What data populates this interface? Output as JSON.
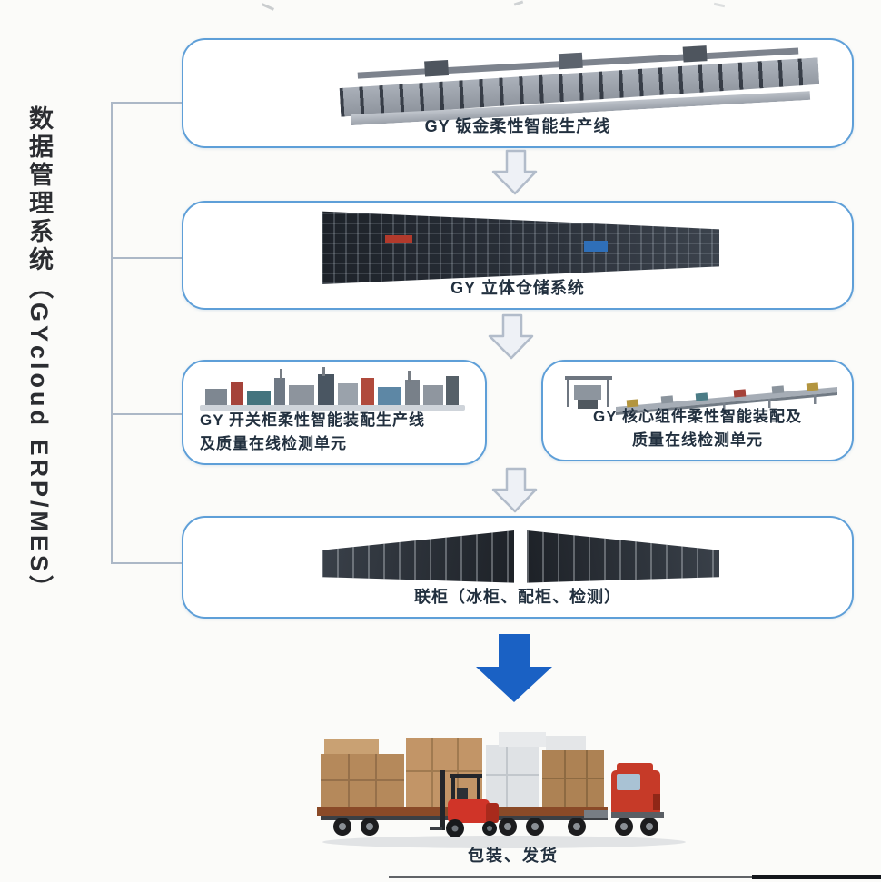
{
  "sidebar": {
    "label": "数据管理系统（GYcloud ERP/MES）"
  },
  "flow": {
    "sheet_metal_line": {
      "caption": "GY 钣金柔性智能生产线"
    },
    "warehouse": {
      "caption": "GY 立体仓储系统"
    },
    "switchgear_line": {
      "caption_line1": "GY 开关柜柔性智能装配生产线",
      "caption_line2": "及质量在线检测单元"
    },
    "core_component_line": {
      "caption_line1": "GY 核心组件柔性智能装配及",
      "caption_line2": "质量在线检测单元"
    },
    "combined_cabinets": {
      "caption": "联柜（冰柜、配柜、检测）"
    },
    "packing_shipping": {
      "caption": "包装、发货"
    }
  },
  "icons": {
    "flow_arrow": "arrow-down-3d",
    "final_arrow": "arrow-down-solid"
  },
  "colors": {
    "box_border": "#5e9fd8",
    "flow_arrow_fill": "#eef1f6",
    "flow_arrow_outline": "#b2bcca",
    "final_arrow_blue": "#1a61c4",
    "truck_red": "#c63a28",
    "forklift_red": "#d03428",
    "cardboard_tan": "#b5895b",
    "connector_line": "#acb8c7"
  }
}
